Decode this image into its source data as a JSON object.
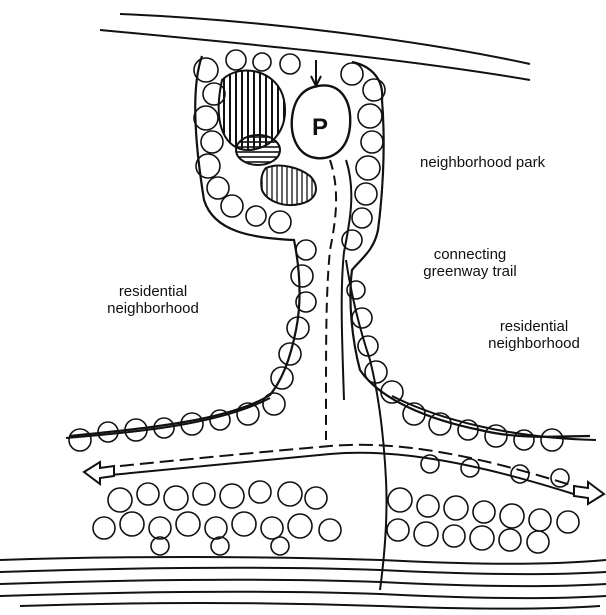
{
  "labels": {
    "park": "neighborhood park",
    "trail_line1": "connecting",
    "trail_line2": "greenway trail",
    "res_left_line1": "residential",
    "res_left_line2": "neighborhood",
    "res_right_line1": "residential",
    "res_right_line2": "neighborhood",
    "parking": "P"
  },
  "colors": {
    "ink": "#111111",
    "paper": "#ffffff"
  }
}
